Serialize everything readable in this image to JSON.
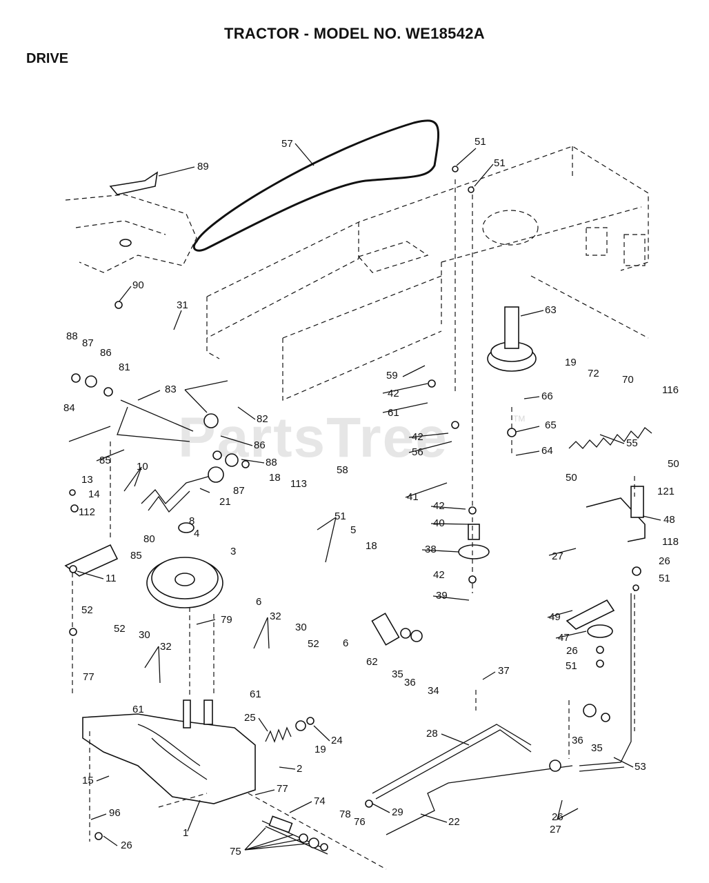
{
  "title": "TRACTOR - MODEL NO. WE18542A",
  "section": "DRIVE",
  "watermark": "PartsTree",
  "watermark_tm": "TM",
  "callouts": [
    "57",
    "89",
    "51",
    "51",
    "63",
    "90",
    "31",
    "88",
    "87",
    "86",
    "81",
    "83",
    "82",
    "19",
    "72",
    "70",
    "116",
    "59",
    "42",
    "61",
    "66",
    "84",
    "85",
    "86",
    "88",
    "87",
    "58",
    "65",
    "42",
    "56",
    "64",
    "55",
    "10",
    "13",
    "14",
    "112",
    "80",
    "85",
    "11",
    "21",
    "8",
    "18",
    "113",
    "50",
    "50",
    "121",
    "41",
    "42",
    "40",
    "48",
    "4",
    "3",
    "51",
    "5",
    "18",
    "38",
    "27",
    "118",
    "26",
    "51",
    "6",
    "6",
    "42",
    "39",
    "52",
    "52",
    "30",
    "32",
    "79",
    "32",
    "30",
    "52",
    "62",
    "35",
    "36",
    "49",
    "47",
    "26",
    "51",
    "34",
    "37",
    "77",
    "61",
    "61",
    "25",
    "24",
    "19",
    "28",
    "36",
    "35",
    "15",
    "2",
    "77",
    "53",
    "26",
    "27",
    "96",
    "29",
    "22",
    "74",
    "1",
    "78",
    "76",
    "26",
    "75"
  ]
}
